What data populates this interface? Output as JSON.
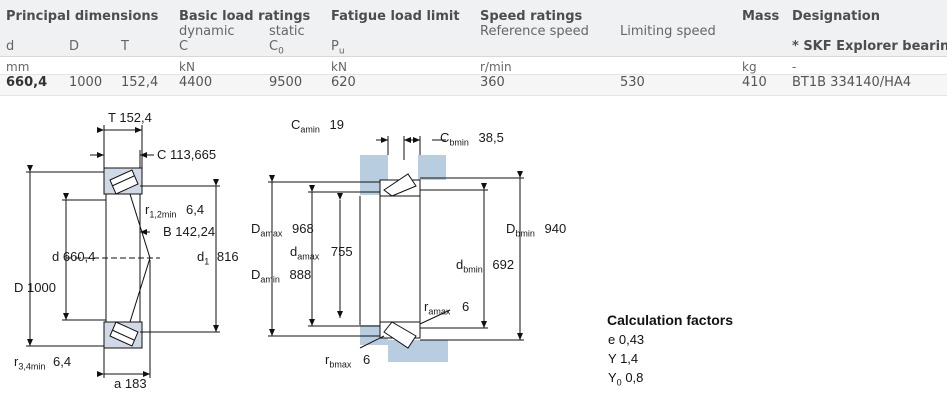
{
  "header": {
    "principal_dimensions": "Principal dimensions",
    "basic_load_ratings": "Basic load ratings",
    "fatigue_load_limit": "Fatigue load limit",
    "speed_ratings": "Speed ratings",
    "mass": "Mass",
    "designation": "Designation"
  },
  "subheader": {
    "dynamic": "dynamic",
    "static": "static",
    "reference_speed": "Reference speed",
    "limiting_speed": "Limiting speed",
    "d": "d",
    "D": "D",
    "T": "T",
    "C": "C",
    "C0": "C",
    "C0_sub": "0",
    "Pu": "P",
    "Pu_sub": "u",
    "explorer": "* SKF Explorer bearing"
  },
  "units": {
    "mm": "mm",
    "kN1": "kN",
    "kN2": "kN",
    "rpm": "r/min",
    "kg": "kg",
    "dash": "-"
  },
  "row": {
    "d": "660,4",
    "D": "1000",
    "T": "152,4",
    "C": "4400",
    "C0": "9500",
    "Pu": "620",
    "ref_speed": "360",
    "lim_speed": "530",
    "mass": "410",
    "designation": "BT1B 334140/HA4"
  },
  "drawing_left": {
    "T_label": "T",
    "T_value": "152,4",
    "C_label": "C",
    "C_value": "113,665",
    "r12_label": "r",
    "r12_sub": "1,2min",
    "r12_value": "6,4",
    "B_label": "B",
    "B_value": "142,24",
    "d_label": "d",
    "d_value": "660,4",
    "d1_label": "d",
    "d1_sub": "1",
    "d1_value": "816",
    "D_label": "D",
    "D_value": "1000",
    "r34_label": "r",
    "r34_sub": "3,4min",
    "r34_value": "6,4",
    "a_label": "a",
    "a_value": "183"
  },
  "drawing_right": {
    "Camin_label": "C",
    "Camin_sub": "amin",
    "Camin_value": "19",
    "Cbmin_label": "C",
    "Cbmin_sub": "bmin",
    "Cbmin_value": "38,5",
    "Damax_label": "D",
    "Damax_sub": "amax",
    "Damax_value": "968",
    "damax_label": "d",
    "damax_sub": "amax",
    "damax_value": "755",
    "Damin_label": "D",
    "Damin_sub": "amin",
    "Damin_value": "888",
    "Dbmin_label": "D",
    "Dbmin_sub": "bmin",
    "Dbmin_value": "940",
    "dbmin_label": "d",
    "dbmin_sub": "bmin",
    "dbmin_value": "692",
    "ramax_label": "r",
    "ramax_sub": "amax",
    "ramax_value": "6",
    "rbmax_label": "r",
    "rbmax_sub": "bmax",
    "rbmax_value": "6"
  },
  "calculation": {
    "title": "Calculation factors",
    "e_label": "e",
    "e_value": "0,43",
    "Y_label": "Y",
    "Y_value": "1,4",
    "Y0_label": "Y",
    "Y0_sub": "0",
    "Y0_value": "0,8"
  },
  "colors": {
    "header_band": "#f0f1f2",
    "abutment_fill": "#b8cde0",
    "line": "#111111"
  }
}
